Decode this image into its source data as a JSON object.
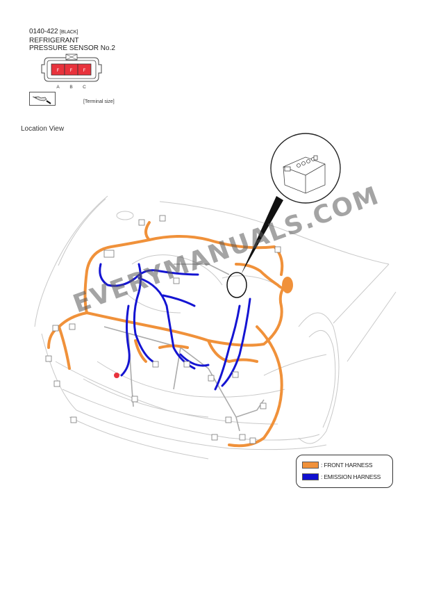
{
  "connector": {
    "code": "0140-422",
    "color_tag": "[BLACK]",
    "name_line1": "REFRIGERANT",
    "name_line2": "PRESSURE SENSOR No.2",
    "terminals": [
      {
        "pin": "A",
        "type": "F"
      },
      {
        "pin": "B",
        "type": "F"
      },
      {
        "pin": "C",
        "type": "F"
      }
    ],
    "terminal_fill_color": "#e8323c",
    "terminal_size_label": "[Terminal size]"
  },
  "location_view": {
    "title": "Location View",
    "callout": "battery-icon",
    "watermark": "EVERYMANUALS.COM"
  },
  "legend": {
    "items": [
      {
        "label": ": FRONT HARNESS",
        "color": "#f0913a"
      },
      {
        "label": ": EMISSION HARNESS",
        "color": "#1010d0"
      }
    ]
  }
}
